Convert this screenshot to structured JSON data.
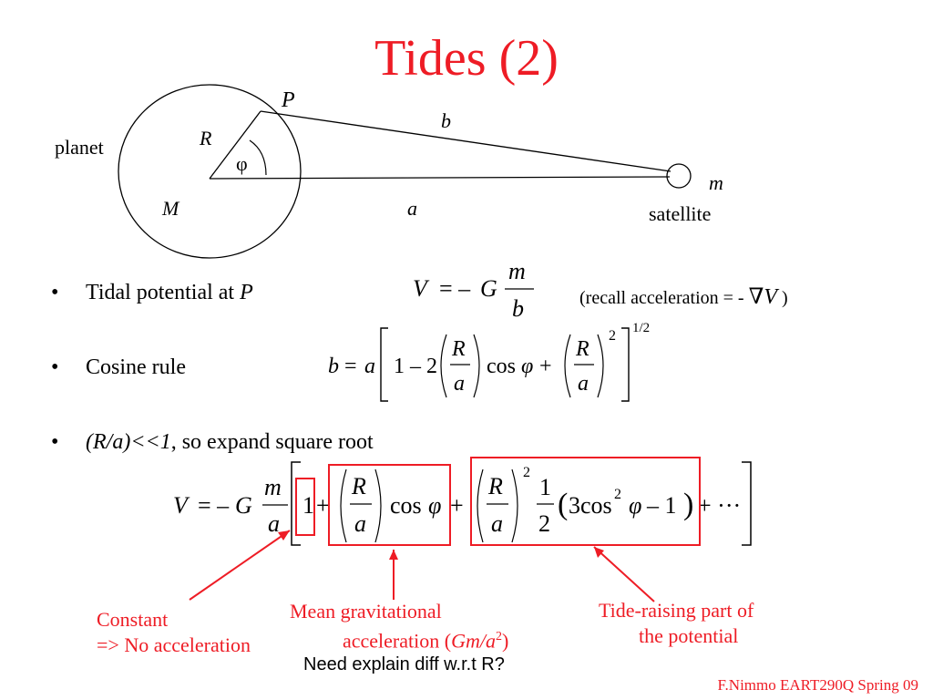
{
  "title": "Tides (2)",
  "colors": {
    "title": "#ee1c25",
    "annotation": "#ee1c25"
  },
  "diagram": {
    "label_P": "P",
    "label_b": "b",
    "label_R": "R",
    "label_phi": "φ",
    "label_planet": "planet",
    "label_m": "m",
    "label_M": "M",
    "label_a": "a",
    "label_satellite": "satellite"
  },
  "bullets": [
    {
      "bullet": "•",
      "text": "Tidal potential at ",
      "italic": "P"
    },
    {
      "bullet": "•",
      "text": "Cosine rule"
    },
    {
      "bullet": "•",
      "italic": "(R/a)<<1",
      "text": ", so expand square root"
    }
  ],
  "recall": {
    "text": "(recall acceleration = - ",
    "nabla": "∇",
    "V": "V",
    "close": " )"
  },
  "annotations": {
    "constant_line1": "Constant",
    "constant_line2": "=> No acceleration",
    "mean_line1": "Mean gravitational",
    "mean_line2_pre": "acceleration (",
    "mean_line2_it": "Gm/a",
    "mean_line2_sup": "2",
    "mean_line2_post": ")",
    "tide_line1": "Tide-raising part of",
    "tide_line2": "the potential"
  },
  "note": "Need explain diff w.r.t R?",
  "footer": "F.Nimmo EART290Q Spring 09"
}
